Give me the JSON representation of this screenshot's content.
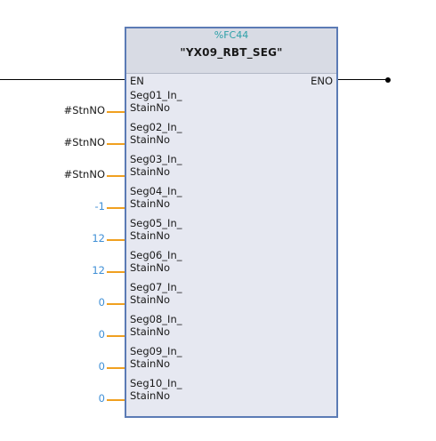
{
  "block": {
    "number": "%FC44",
    "name": "\"YX09_RBT_SEG\"",
    "en": "EN",
    "eno": "ENO"
  },
  "pins": [
    {
      "line1": "Seg01_In_",
      "line2": "StainNo",
      "arg": "#StnNO",
      "kind": "tag"
    },
    {
      "line1": "Seg02_In_",
      "line2": "StainNo",
      "arg": "#StnNO",
      "kind": "tag"
    },
    {
      "line1": "Seg03_In_",
      "line2": "StainNo",
      "arg": "#StnNO",
      "kind": "tag"
    },
    {
      "line1": "Seg04_In_",
      "line2": "StainNo",
      "arg": "-1",
      "kind": "num"
    },
    {
      "line1": "Seg05_In_",
      "line2": "StainNo",
      "arg": "12",
      "kind": "num"
    },
    {
      "line1": "Seg06_In_",
      "line2": "StainNo",
      "arg": "12",
      "kind": "num"
    },
    {
      "line1": "Seg07_In_",
      "line2": "StainNo",
      "arg": "0",
      "kind": "num"
    },
    {
      "line1": "Seg08_In_",
      "line2": "StainNo",
      "arg": "0",
      "kind": "num"
    },
    {
      "line1": "Seg09_In_",
      "line2": "StainNo",
      "arg": "0",
      "kind": "num"
    },
    {
      "line1": "Seg10_In_",
      "line2": "StainNo",
      "arg": "0",
      "kind": "num"
    }
  ],
  "colors": {
    "block_border": "#5b7bb5",
    "block_fill": "#e6e8f1",
    "pin_wire": "#f0a020",
    "constant_text": "#3f8fd6",
    "block_number": "#2da0a8"
  }
}
